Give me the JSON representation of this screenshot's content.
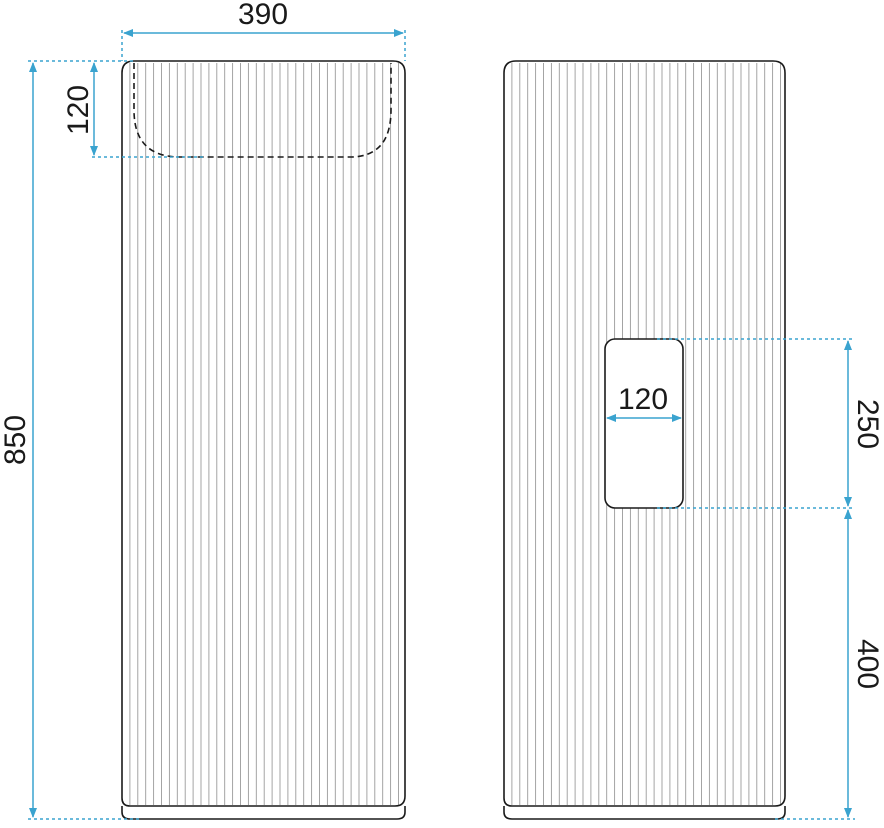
{
  "dimensions": {
    "width_label": "390",
    "height_label": "850",
    "basin_depth_label": "120",
    "niche_width_label": "120",
    "niche_height_label": "250",
    "niche_offset_label": "400"
  },
  "colors": {
    "dimension_line": "#3aa3cf",
    "outline": "#1a1a1a",
    "flute_line": "#9a9a9a",
    "background": "#ffffff"
  }
}
